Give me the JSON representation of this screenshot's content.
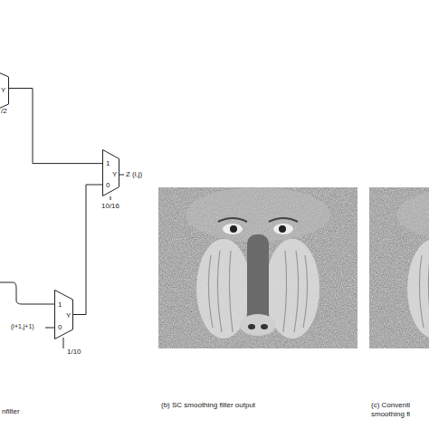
{
  "diagram": {
    "nodes": [
      {
        "text": [
          "Y"
        ]
      },
      {
        "text": [
          "1",
          "0",
          "Y"
        ]
      },
      {
        "text": [
          "1",
          "0",
          "Y"
        ]
      }
    ],
    "edges": [
      {
        "from": 0,
        "to": 1,
        "arrow": "none"
      },
      {
        "from": 2,
        "to": 1,
        "arrow": "none"
      }
    ],
    "labels": [
      "/2",
      "Z (i,j)",
      "10/16",
      "1/10",
      "(i+1,j+1)",
      "nfilter",
      "(b) SC smoothing filter output",
      "(c) Conventi",
      "smoothing fi"
    ]
  }
}
